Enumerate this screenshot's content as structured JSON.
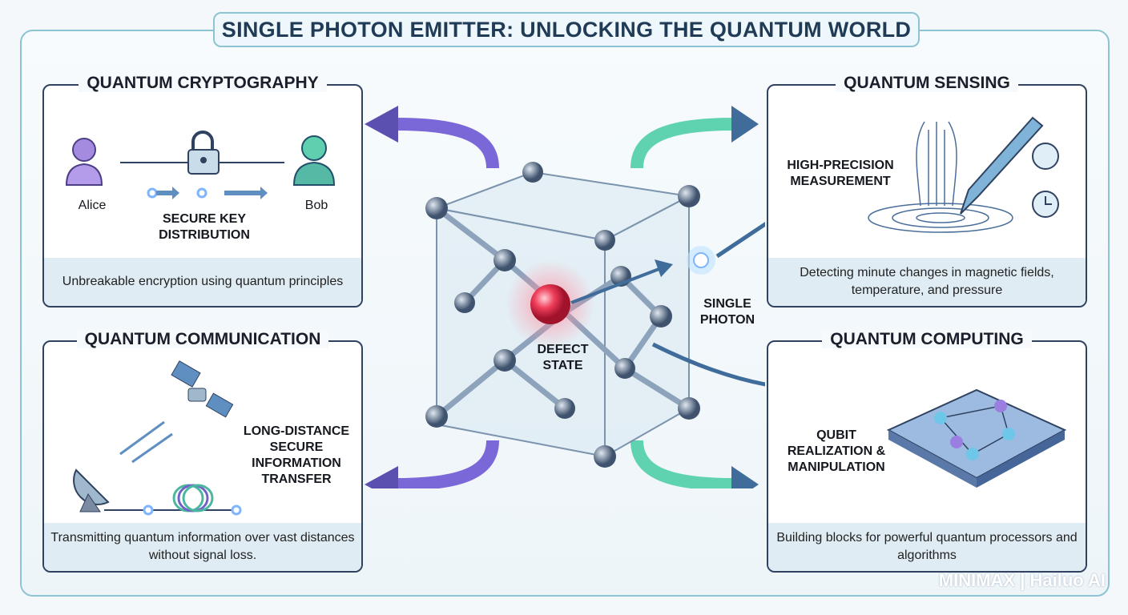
{
  "title": "SINGLE PHOTON EMITTER: UNLOCKING THE QUANTUM WORLD",
  "center": {
    "defect_label": "DEFECT STATE",
    "photon_label": "SINGLE PHOTON"
  },
  "panels": {
    "cryptography": {
      "title": "QUANTUM CRYPTOGRAPHY",
      "alice": "Alice",
      "bob": "Bob",
      "label": "SECURE KEY DISTRIBUTION",
      "caption": "Unbreakable encryption using quantum principles"
    },
    "sensing": {
      "title": "QUANTUM SENSING",
      "label": "HIGH-PRECISION MEASUREMENT",
      "caption": "Detecting minute changes in magnetic fields, temperature, and pressure"
    },
    "communication": {
      "title": "QUANTUM COMMUNICATION",
      "label": "LONG-DISTANCE SECURE INFORMATION TRANSFER",
      "caption": "Transmitting quantum information over vast distances without signal loss."
    },
    "computing": {
      "title": "QUANTUM COMPUTING",
      "label": "QUBIT REALIZATION & MANIPULATION",
      "caption": "Building blocks for powerful quantum processors and algorithms"
    }
  },
  "watermark": "MINIMAX | Hailuo AI",
  "colors": {
    "border": "#8ec3d3",
    "panel_border": "#2f4260",
    "purple": "#7a67d8",
    "green": "#5fd3b0",
    "defect": "#e8344c"
  }
}
